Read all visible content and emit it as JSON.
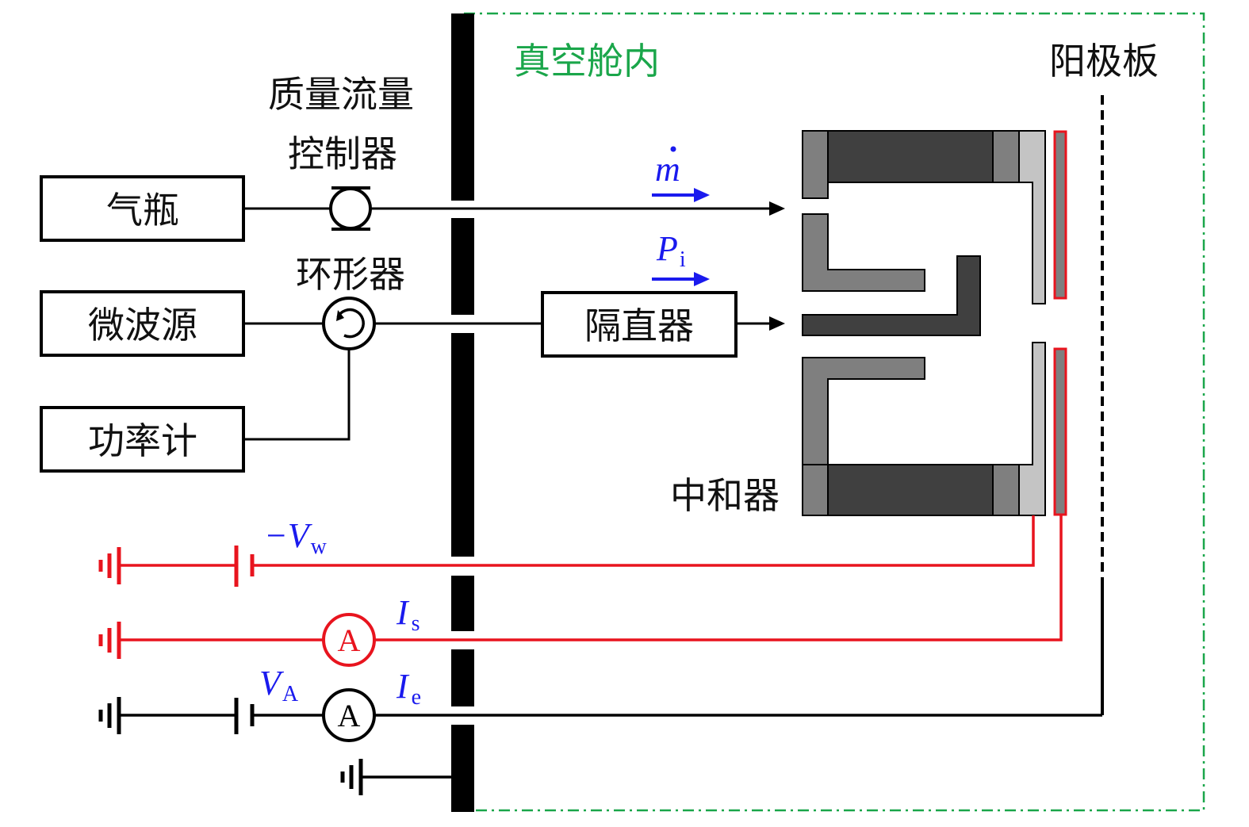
{
  "labels": {
    "vacuum": "真空舱内",
    "anode": "阳极板",
    "mfc_line1": "质量流量",
    "mfc_line2": "控制器",
    "gas": "气瓶",
    "circulator": "环形器",
    "microwave": "微波源",
    "power_meter": "功率计",
    "dc_block": "隔直器",
    "neutralizer": "中和器"
  },
  "symbols": {
    "mdot": "m",
    "pi_main": "P",
    "pi_sub": "i",
    "vw_main": "−V",
    "vw_sub": "w",
    "is_main": "I",
    "is_sub": "s",
    "ie_main": "I",
    "ie_sub": "e",
    "va_main": "V",
    "va_sub": "A",
    "ammeter_red": "A",
    "ammeter_black": "A"
  },
  "colors": {
    "vacuum_border": "#1aa64a",
    "bias_red": "#e8141e",
    "symbol_blue": "#1a1aee",
    "dark_gray": "#404040",
    "mid_gray": "#7f7f7f",
    "light_gray": "#c4c4c4"
  }
}
